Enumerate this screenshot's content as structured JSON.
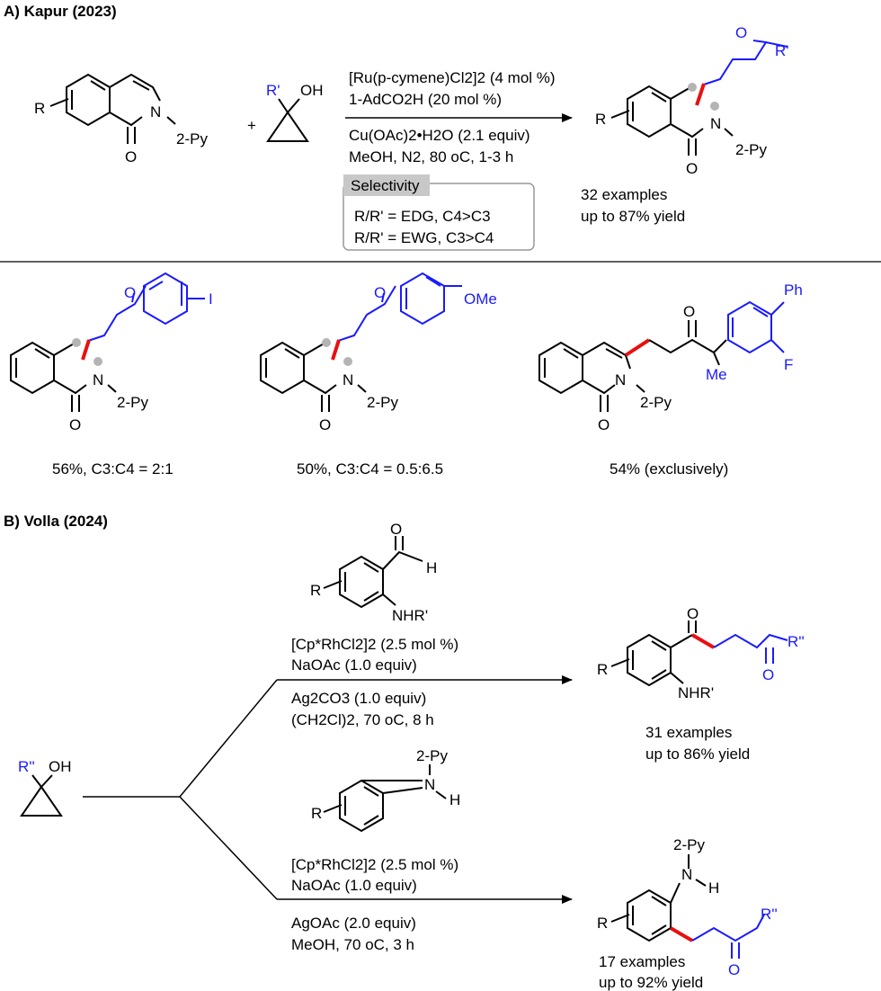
{
  "sectionA": {
    "title": "A) Kapur (2023)",
    "reactant": {
      "R": "R",
      "N": "N",
      "py": "2-Py",
      "O": "O"
    },
    "plus": "+",
    "alcohol": {
      "R": "R'",
      "OH": "OH"
    },
    "conditions": {
      "cat": "[Ru(p-cymene)Cl2]2 (4 mol %)",
      "acid": "1-AdCO2H (20 mol %)",
      "oxidant": "Cu(OAc)2•H2O (2.1 equiv)",
      "solvent": "MeOH, N2, 80 oC, 1-3 h"
    },
    "selectivity": {
      "label": "Selectivity",
      "line1": "R/R' = EDG, C4>C3",
      "line2": "R/R' = EWG, C3>C4"
    },
    "product": {
      "R": "R",
      "N": "N",
      "py": "2-Py",
      "O": "O",
      "ketoneO": "O",
      "Rprime": "R'"
    },
    "summary": {
      "examples": "32 examples",
      "yield": "up to 87% yield"
    },
    "examples": [
      {
        "sub": "I",
        "result": "56%, C3:C4 = 2:1"
      },
      {
        "sub": "OMe",
        "result": "50%, C3:C4 = 0.5:6.5"
      },
      {
        "ph": "Ph",
        "f": "F",
        "me": "Me",
        "result": "54% (exclusively)"
      }
    ]
  },
  "sectionB": {
    "title": "B) Volla (2024)",
    "alcohol": {
      "R": "R''",
      "OH": "OH"
    },
    "top": {
      "reagent": {
        "R": "R",
        "H": "H",
        "NHR": "NHR'"
      },
      "cat": "[Cp*RhCl2]2 (2.5 mol %)",
      "base": "NaOAc (1.0 equiv)",
      "oxidant": "Ag2CO3 (1.0 equiv)",
      "solvent": "(CH2Cl)2, 70 oC, 8 h",
      "product": {
        "R": "R",
        "O": "O",
        "O2": "O",
        "R2": "R''",
        "NHR": "NHR'"
      },
      "examples": "31 examples",
      "yield": "up to 86% yield"
    },
    "bottom": {
      "reagent": {
        "R": "R",
        "py": "2-Py",
        "N": "N",
        "H": "H"
      },
      "cat": "[Cp*RhCl2]2 (2.5 mol %)",
      "base": "NaOAc (1.0 equiv)",
      "oxidant": "AgOAc (2.0 equiv)",
      "solvent": "MeOH, 70 oC, 3 h",
      "product": {
        "R": "R",
        "py": "2-Py",
        "N": "N",
        "H": "H",
        "O": "O",
        "R2": "R''"
      },
      "examples": "17 examples",
      "yield": "up to 92% yield"
    }
  }
}
